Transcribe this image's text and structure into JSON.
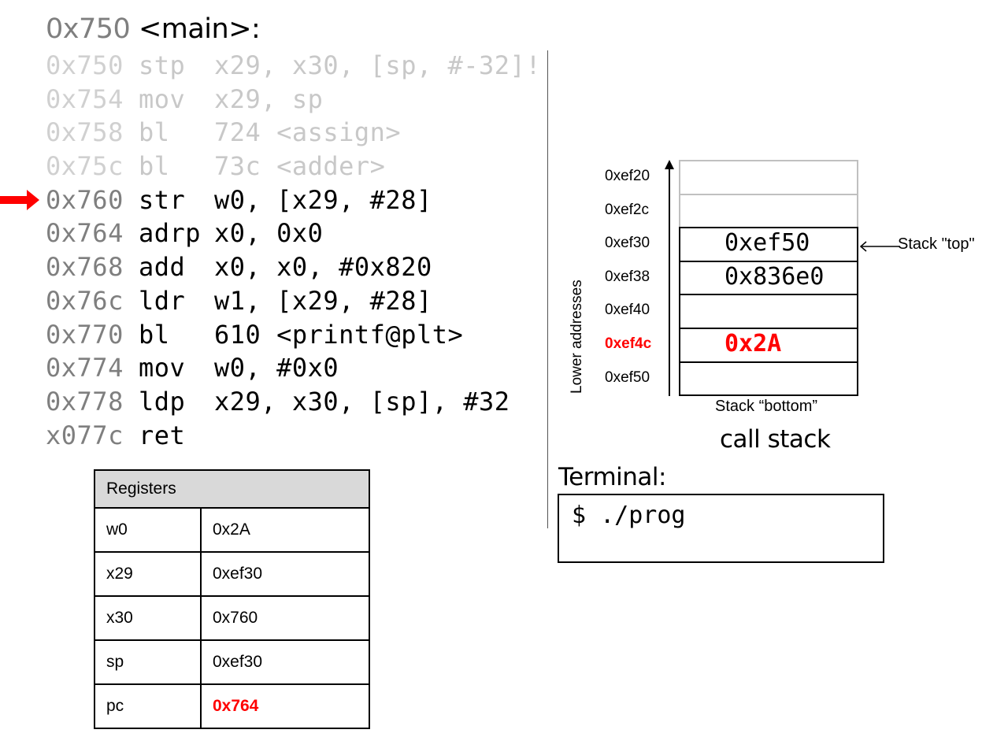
{
  "title": {
    "address": "0x750",
    "label": "<main>:"
  },
  "code": [
    {
      "addr": "0x750",
      "op": "stp",
      "args": "x29, x30, [sp, #-32]!",
      "state": "faded"
    },
    {
      "addr": "0x754",
      "op": "mov",
      "args": "x29, sp",
      "state": "faded"
    },
    {
      "addr": "0x758",
      "op": "bl",
      "args": "724 <assign>",
      "state": "faded"
    },
    {
      "addr": "0x75c",
      "op": "bl",
      "args": "73c <adder>",
      "state": "faded"
    },
    {
      "addr": "0x760",
      "op": "str",
      "args": "w0, [x29, #28]",
      "state": "active"
    },
    {
      "addr": "0x764",
      "op": "adrp",
      "args": "x0, 0x0",
      "state": "active"
    },
    {
      "addr": "0x768",
      "op": "add",
      "args": "x0, x0, #0x820",
      "state": "active"
    },
    {
      "addr": "0x76c",
      "op": "ldr",
      "args": "w1, [x29, #28]",
      "state": "active"
    },
    {
      "addr": "0x770",
      "op": "bl",
      "args": "610 <printf@plt>",
      "state": "active"
    },
    {
      "addr": "0x774",
      "op": "mov",
      "args": "w0, #0x0",
      "state": "active"
    },
    {
      "addr": "0x778",
      "op": "ldp",
      "args": "x29, x30, [sp], #32",
      "state": "active"
    },
    {
      "addr": "x077c",
      "op": "ret",
      "args": "",
      "state": "active"
    }
  ],
  "current_line_indicator": {
    "line_index": 4,
    "color": "#ff0000"
  },
  "registers": {
    "header": "Registers",
    "rows": [
      {
        "name": "w0",
        "value": "0x2A",
        "highlight": false
      },
      {
        "name": "x29",
        "value": "0xef30",
        "highlight": false
      },
      {
        "name": "x30",
        "value": "0x760",
        "highlight": false
      },
      {
        "name": "sp",
        "value": "0xef30",
        "highlight": false
      },
      {
        "name": "pc",
        "value": "0x764",
        "highlight": true
      }
    ]
  },
  "stack": {
    "caption": "call stack",
    "axis_label": "Lower addresses",
    "top_label": "Stack \"top\"",
    "bottom_label": "Stack “bottom”",
    "slots": [
      {
        "address": "0xef20",
        "value": "",
        "highlight": false,
        "inactive": true
      },
      {
        "address": "0xef2c",
        "value": "",
        "highlight": false,
        "inactive": true
      },
      {
        "address": "0xef30",
        "value": "0xef50",
        "highlight": false,
        "inactive": false
      },
      {
        "address": "0xef38",
        "value": "0x836e0",
        "highlight": false,
        "inactive": false
      },
      {
        "address": "0xef40",
        "value": "",
        "highlight": false,
        "inactive": false
      },
      {
        "address": "0xef4c",
        "value": "0x2A",
        "highlight": true,
        "inactive": false
      },
      {
        "address": "0xef50",
        "value": "",
        "highlight": false,
        "inactive": false
      }
    ]
  },
  "terminal": {
    "title": "Terminal:",
    "content": "$ ./prog"
  },
  "colors": {
    "highlight": "#ff0000",
    "faded_text": "#c8c8c8",
    "address_gray": "#7f7f7f",
    "header_gray": "#d9d9d9"
  }
}
